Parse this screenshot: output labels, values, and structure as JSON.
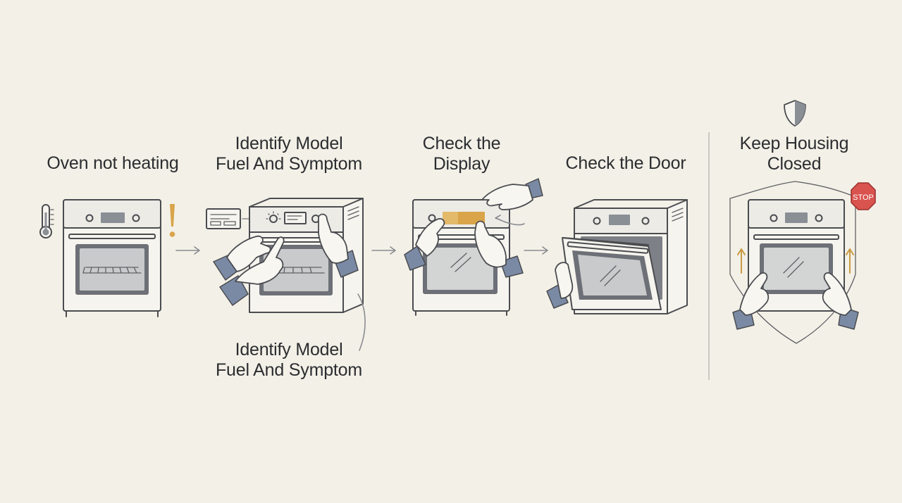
{
  "steps": [
    {
      "id": "oven-not-heating",
      "lines": [
        "Oven not heating"
      ]
    },
    {
      "id": "identify",
      "lines": [
        "Identify Model",
        "Fuel And Symptom"
      ]
    },
    {
      "id": "display",
      "lines": [
        "Check the",
        "Display"
      ]
    },
    {
      "id": "door",
      "lines": [
        "Check the Door"
      ]
    },
    {
      "id": "housing",
      "lines": [
        "Keep Housing",
        "Closed"
      ]
    }
  ],
  "callout": {
    "lines": [
      "Identify Model",
      "Fuel And Symptom"
    ]
  },
  "stop_sign": {
    "text": "STOP",
    "color": "#d9534f"
  },
  "icons": {
    "thermometer": "thermometer-icon",
    "warning": "exclamation-icon",
    "shield": "shield-icon",
    "stop": "stop-sign-icon"
  },
  "colors": {
    "background": "#f3f0e7",
    "accent": "#d9a44a",
    "sleeve": "#7b8aa4",
    "stop": "#d9534f"
  }
}
